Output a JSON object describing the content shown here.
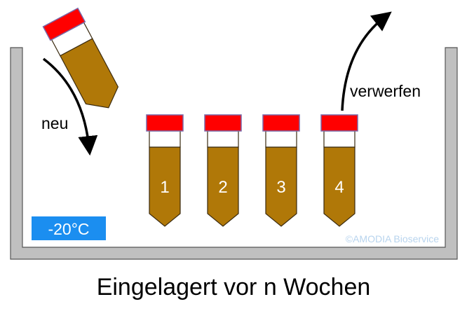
{
  "labels": {
    "new": "neu",
    "discard": "verwerfen",
    "temperature": "-20°C",
    "copyright": "©AMODIA Bioservice",
    "caption": "Eingelagert vor n Wochen"
  },
  "tubes": [
    {
      "number": "1"
    },
    {
      "number": "2"
    },
    {
      "number": "3"
    },
    {
      "number": "4"
    }
  ],
  "colors": {
    "cap": "#ff0000",
    "cap_border": "#7a68a8",
    "liquid": "#b07808",
    "outline": "#3a2a10",
    "tray_fill": "#c0c0c0",
    "tray_border": "#555555",
    "temp_badge": "#1b8ef0",
    "copyright_text": "#b8d4ee",
    "arrow": "#000000"
  }
}
